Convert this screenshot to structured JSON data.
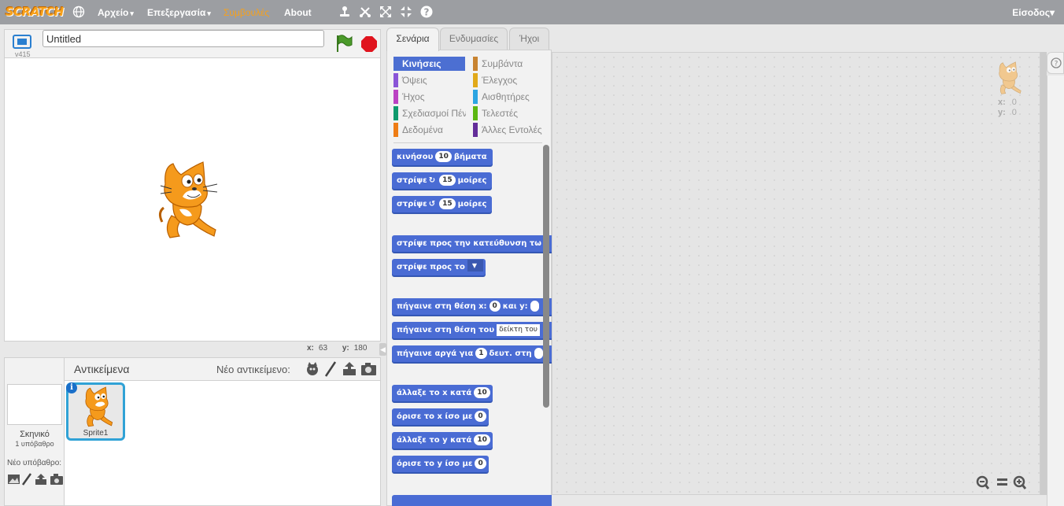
{
  "topbar": {
    "logo": "SCRATCH",
    "menu_file": "Αρχείο",
    "menu_edit": "Επεξεργασία",
    "menu_tips": "Συμβουλές",
    "menu_about": "About",
    "login": "Είσοδος",
    "caret": "▾",
    "bg_color": "#9c9ea2"
  },
  "stage": {
    "title_value": "Untitled",
    "version": "v415",
    "x_label": "x:",
    "x_value": "63",
    "y_label": "y:",
    "y_value": "180",
    "collapse_icon": "◀"
  },
  "sprites": {
    "title": "Αντικείμενα",
    "new_sprite_label": "Νέο αντικείμενο:",
    "stage_label": "Σκηνικό",
    "stage_sub": "1 υπόβαθρο",
    "new_backdrop_label": "Νέο υπόβαθρο:",
    "sprite1_name": "Sprite1",
    "info_icon": "i"
  },
  "tabs": {
    "scripts": "Σενάρια",
    "costumes": "Ενδυμασίες",
    "sounds": "Ήχοι"
  },
  "categories": [
    {
      "label": "Κινήσεις",
      "color": "#4a6cd4"
    },
    {
      "label": "Όψεις",
      "color": "#8a55d7"
    },
    {
      "label": "Ήχος",
      "color": "#bb42c3"
    },
    {
      "label": "Σχεδιασμοί Πένας",
      "color": "#0e9a6c"
    },
    {
      "label": "Δεδομένα",
      "color": "#ee7d16"
    },
    {
      "label": "Συμβάντα",
      "color": "#c88330"
    },
    {
      "label": "Έλεγχος",
      "color": "#e1a91a"
    },
    {
      "label": "Αισθητήρες",
      "color": "#2ca5e2"
    },
    {
      "label": "Τελεστές",
      "color": "#5cb712"
    },
    {
      "label": "Άλλες Εντολές",
      "color": "#632d99"
    }
  ],
  "blocks": {
    "move_a": "κινήσου",
    "move_n": "10",
    "move_b": "βήματα",
    "turn_r_a": "στρίψε",
    "turn_r_n": "15",
    "turn_r_b": "μοίρες",
    "turn_l_a": "στρίψε",
    "turn_l_n": "15",
    "turn_l_b": "μοίρες",
    "point_dir": "στρίψε προς την κατεύθυνση τω",
    "point_to": "στρίψε προς το",
    "goto_xy_a": "πήγαινε στη θέση x:",
    "goto_xy_x": "0",
    "goto_xy_b": "και y:",
    "goto_a": "πήγαινε στη θέση του",
    "goto_drop": "δείκτη του",
    "glide_a": "πήγαινε αργά για",
    "glide_n": "1",
    "glide_b": "δευτ. στη",
    "change_x_a": "άλλαξε το x κατά",
    "change_x_n": "10",
    "set_x_a": "όρισε το x ίσο με",
    "set_x_n": "0",
    "change_y_a": "άλλαξε το y κατά",
    "change_y_n": "10",
    "set_y_a": "όρισε το y ίσο με",
    "set_y_n": "0"
  },
  "scripts_area": {
    "x_label": "x:",
    "x_value": "0",
    "y_label": "y:",
    "y_value": "0"
  }
}
